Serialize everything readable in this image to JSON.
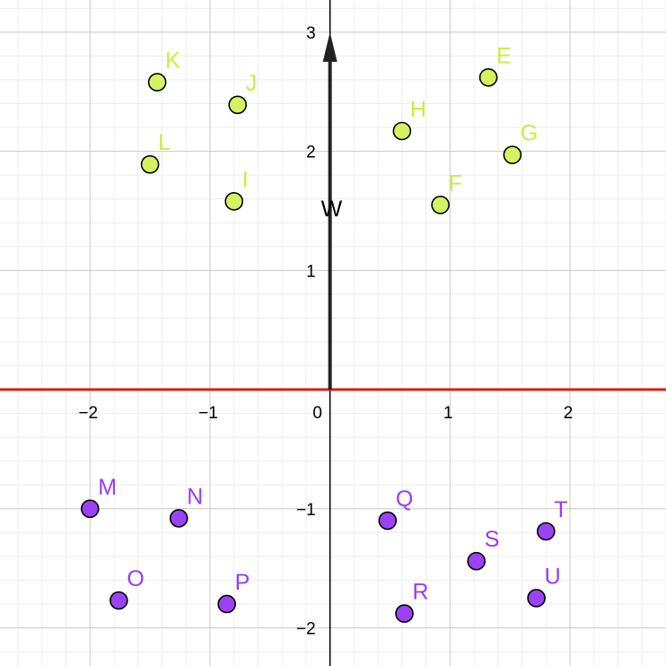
{
  "plot": {
    "x_range": [
      -2.75,
      2.8
    ],
    "y_range": [
      -2.32,
      3.27
    ],
    "x_ticks": [
      -2,
      -1,
      0,
      1,
      2
    ],
    "x_tick_labels": [
      "−2",
      "−1",
      "0",
      "1",
      "2"
    ],
    "y_ticks": [
      1,
      2,
      3,
      -1,
      -2
    ],
    "y_tick_labels": [
      "1",
      "2",
      "3",
      "−1",
      "−2"
    ],
    "minor_grid_step": 0.2,
    "major_grid_step": 1
  },
  "colors": {
    "upper_points": "#d4f261",
    "lower_points": "#9c42f5",
    "upper_labels": "#c6ef42",
    "lower_labels": "#9a3cf0",
    "line": "#d81e1e",
    "vector": "#222222"
  },
  "line": {
    "equation": "y = 0"
  },
  "vector": {
    "name": "W",
    "from": [
      0,
      0
    ],
    "to": [
      0,
      3
    ]
  },
  "points": [
    {
      "name": "E",
      "x": 1.32,
      "y": 2.62,
      "group": "upper"
    },
    {
      "name": "F",
      "x": 0.92,
      "y": 1.55,
      "group": "upper"
    },
    {
      "name": "G",
      "x": 1.52,
      "y": 1.97,
      "group": "upper"
    },
    {
      "name": "H",
      "x": 0.6,
      "y": 2.17,
      "group": "upper"
    },
    {
      "name": "I",
      "x": -0.8,
      "y": 1.58,
      "group": "upper"
    },
    {
      "name": "J",
      "x": -0.77,
      "y": 2.39,
      "group": "upper"
    },
    {
      "name": "K",
      "x": -1.44,
      "y": 2.58,
      "group": "upper"
    },
    {
      "name": "L",
      "x": -1.5,
      "y": 1.89,
      "group": "upper"
    },
    {
      "name": "M",
      "x": -2.0,
      "y": -1.0,
      "group": "lower"
    },
    {
      "name": "N",
      "x": -1.26,
      "y": -1.08,
      "group": "lower"
    },
    {
      "name": "O",
      "x": -1.76,
      "y": -1.77,
      "group": "lower"
    },
    {
      "name": "P",
      "x": -0.86,
      "y": -1.8,
      "group": "lower"
    },
    {
      "name": "Q",
      "x": 0.48,
      "y": -1.1,
      "group": "lower"
    },
    {
      "name": "R",
      "x": 0.62,
      "y": -1.88,
      "group": "lower"
    },
    {
      "name": "S",
      "x": 1.22,
      "y": -1.44,
      "group": "lower"
    },
    {
      "name": "T",
      "x": 1.8,
      "y": -1.19,
      "group": "lower"
    },
    {
      "name": "U",
      "x": 1.72,
      "y": -1.75,
      "group": "lower"
    }
  ]
}
